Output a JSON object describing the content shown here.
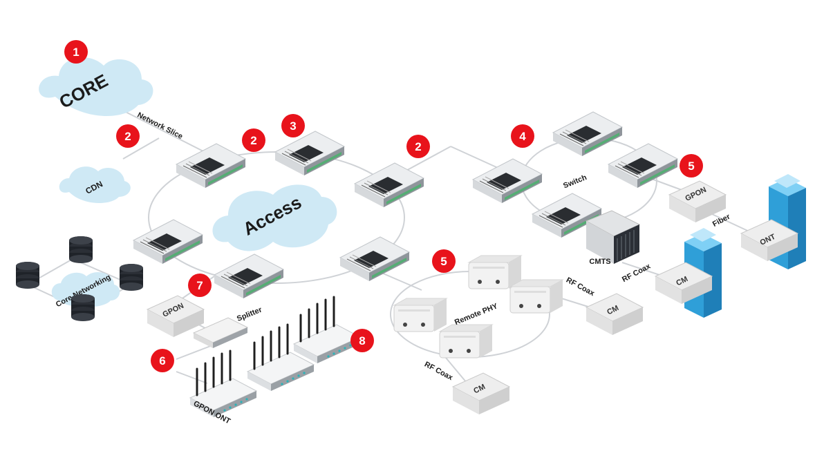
{
  "colors": {
    "badge": "#e8131b",
    "cloud": "#cfe9f5",
    "link": "#cfd2d6",
    "switch_body": "#eceef0",
    "switch_side": "#a4a9ae",
    "tower": "#2f9fd8",
    "server": "#2b2f36"
  },
  "clouds": {
    "core": "CORE",
    "cdn": "CDN",
    "access": "Access",
    "core_networking": "Core Networking"
  },
  "labels": {
    "network_slice": "Network Slice",
    "switch": "Switch",
    "cmts": "CMTS",
    "rf_coax_cmts": "RF Coax",
    "fiber": "Fiber",
    "remote_phy": "Remote PHY",
    "rf_coax_upper": "RF Coax",
    "rf_coax_lower": "RF Coax",
    "splitter": "Splitter",
    "gpon_ont": "GPON ONT"
  },
  "boxes": {
    "gpon_right": "GPON",
    "ont": "ONT",
    "cm_cmts": "CM",
    "cm_rphy_upper": "CM",
    "cm_rphy_lower": "CM",
    "gpon_left": "GPON"
  },
  "badges": {
    "core": "1",
    "cdn": "2",
    "access_switch": "2",
    "access_top": "3",
    "access_link": "2",
    "cable_ring": "4",
    "gpon_right": "5",
    "remote_phy": "5",
    "gpon_left": "7",
    "splitter": "6",
    "routers": "8"
  }
}
